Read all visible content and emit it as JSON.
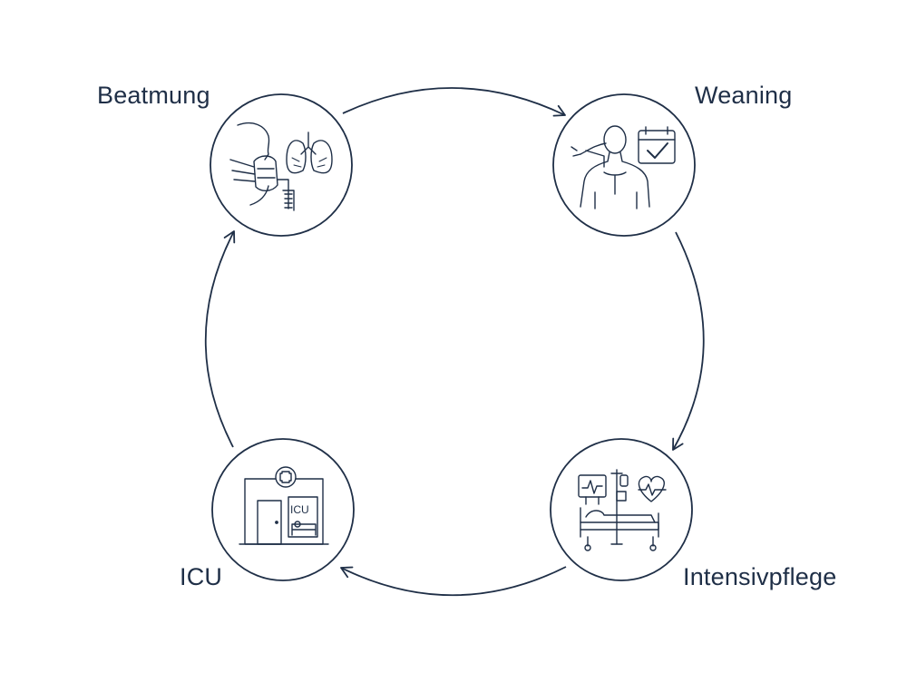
{
  "diagram": {
    "type": "cycle",
    "stroke_color": "#1f2f47",
    "nodes": [
      {
        "id": "beatmung",
        "label": "Beatmung",
        "icon": "ventilation-mask-lungs-icon"
      },
      {
        "id": "weaning",
        "label": "Weaning",
        "icon": "patient-calendar-check-icon"
      },
      {
        "id": "intensivpflege",
        "label": "Intensivpflege",
        "icon": "hospital-bed-monitor-icon"
      },
      {
        "id": "icu",
        "label": "ICU",
        "icon": "icu-building-icon"
      }
    ],
    "edges": [
      {
        "from": "beatmung",
        "to": "weaning"
      },
      {
        "from": "weaning",
        "to": "intensivpflege"
      },
      {
        "from": "intensivpflege",
        "to": "icu"
      },
      {
        "from": "icu",
        "to": "beatmung"
      }
    ],
    "icu_sign": "ICU"
  }
}
